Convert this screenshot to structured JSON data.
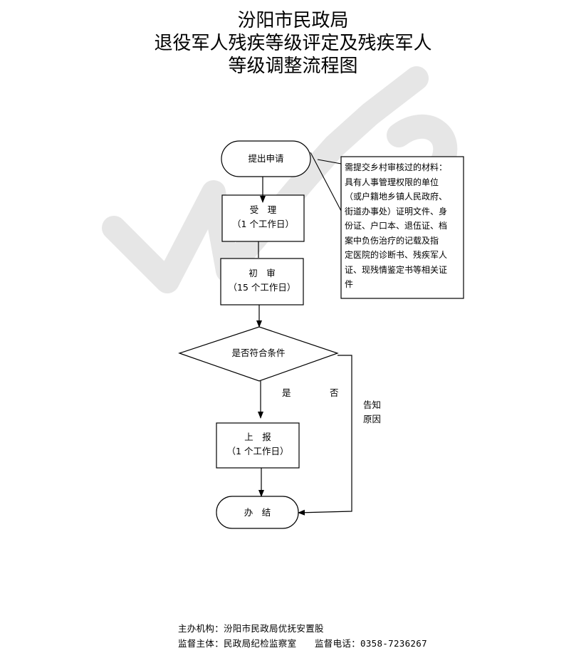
{
  "title": {
    "line1": "汾阳市民政局",
    "line2": "退役军人残疾等级评定及残疾军人",
    "line3": "等级调整流程图"
  },
  "watermark": {
    "text": "WPS",
    "color": "#e3e3e3"
  },
  "nodes": {
    "start": "提出申请",
    "accept_title": "受　理",
    "accept_days": "（1 个工作日）",
    "review_title": "初　审",
    "review_days": "（15 个工作日）",
    "decision": "是否符合条件",
    "report_title": "上　报",
    "report_days": "（1 个工作日）",
    "end": "办　结"
  },
  "branches": {
    "yes": "是",
    "no": "否",
    "notify_line1": "告知",
    "notify_line2": "原因"
  },
  "note": {
    "lines": [
      "需提交乡村审核过的材料：",
      "具有人事管理权限的单位",
      "（或户籍地乡镇人民政府、",
      "街道办事处）证明文件、身",
      "份证、户口本、退伍证、档",
      "案中负伤治疗的记载及指",
      "定医院的诊断书、残疾军人",
      "证、现残情鉴定书等相关证",
      "件"
    ]
  },
  "footer": {
    "organizer": "主办机构：汾阳市民政局优抚安置股",
    "supervisor": "监督主体：民政局纪检监察室　　监督电话：0358-7236267"
  }
}
